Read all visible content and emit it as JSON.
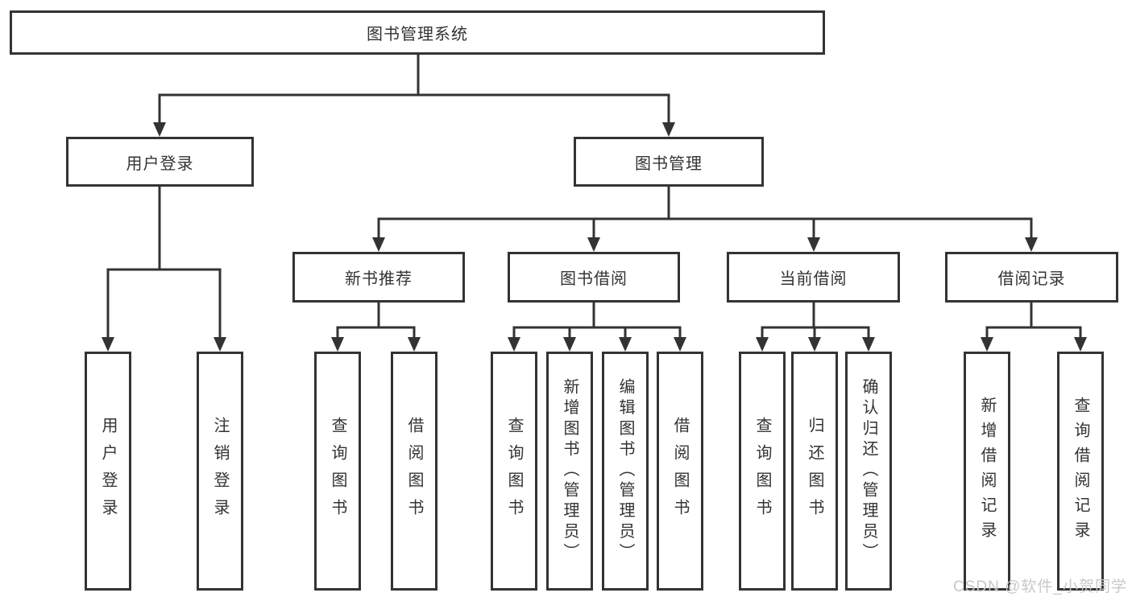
{
  "diagram": {
    "tree": {
      "label": "图书管理系统",
      "children": [
        {
          "label": "用户登录",
          "children": [
            {
              "label": "用户登录"
            },
            {
              "label": "注销登录"
            }
          ]
        },
        {
          "label": "图书管理",
          "children": [
            {
              "label": "新书推荐",
              "children": [
                {
                  "label": "查询图书"
                },
                {
                  "label": "借阅图书"
                }
              ]
            },
            {
              "label": "图书借阅",
              "children": [
                {
                  "label": "查询图书"
                },
                {
                  "label": "新增图书（管理员）"
                },
                {
                  "label": "编辑图书（管理员）"
                },
                {
                  "label": "借阅图书"
                }
              ]
            },
            {
              "label": "当前借阅",
              "children": [
                {
                  "label": "查询图书"
                },
                {
                  "label": "归还图书"
                },
                {
                  "label": "确认归还（管理员）"
                }
              ]
            },
            {
              "label": "借阅记录",
              "children": [
                {
                  "label": "新增借阅记录"
                },
                {
                  "label": "查询借阅记录"
                }
              ]
            }
          ]
        }
      ]
    },
    "colors": {
      "line": "#333333",
      "box_border": "#333333",
      "box_fill": "#ffffff",
      "text": "#333333"
    }
  },
  "watermark": {
    "text": "CSDN @软件_小贺同学",
    "color": "#c8c8c8"
  }
}
